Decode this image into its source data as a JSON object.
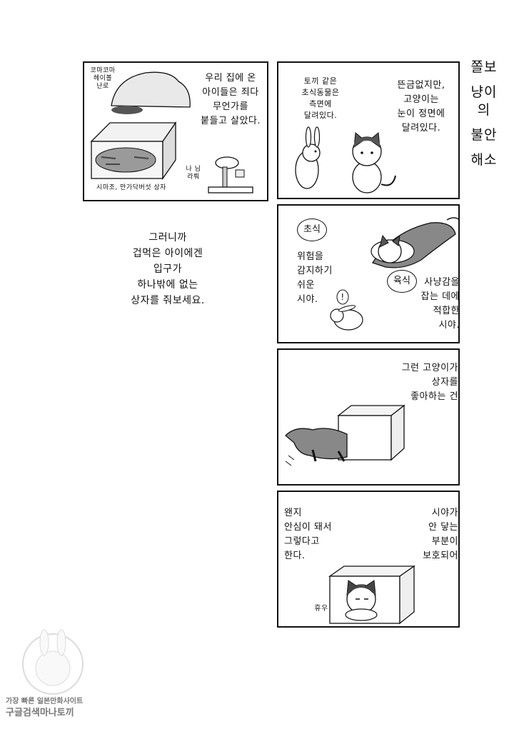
{
  "title": [
    "쫄보",
    "냥이의",
    "불안",
    "해소"
  ],
  "panel1": {
    "labels": {
      "cat_names_top": "코마코마\n헤이볼\n난로",
      "bottom_names": "시마조, 만가닥버섯 상자",
      "tower_names": "나 님\n라뤄"
    },
    "narration": "우리 집에 온\n아이들은 죄다\n무언가를\n붙들고 살았다."
  },
  "panel2": {
    "left_text": "토끼 같은\n초식동물은\n측면에\n달려있다.",
    "right_text": "뜬금없지만,\n고양이는\n눈이 정면에\n달려있다."
  },
  "side_text": "그러니까\n겁먹은 아이에겐\n입구가\n하나밖에 없는\n상자를 줘보세요.",
  "panel3": {
    "badge_herbivore": "초식",
    "herbivore_text": "위험을\n감지하기\n쉬운\n시야.",
    "badge_carnivore": "육식",
    "carnivore_text": "사냥감을\n잡는 데에\n적합한\n시야.",
    "exclaim": "!"
  },
  "panel4": {
    "text": "그런 고양이가\n상자를\n좋아하는 건"
  },
  "panel5": {
    "left_text": "왠지\n안심이 돼서\n그렇다고\n한다.",
    "right_text": "시야가\n안 닿는\n부분이\n보호되어",
    "sigh": "휴우"
  },
  "watermark": {
    "line1": "가장 빠른 일본만화사이트",
    "line2": "구글검색마나토끼"
  }
}
